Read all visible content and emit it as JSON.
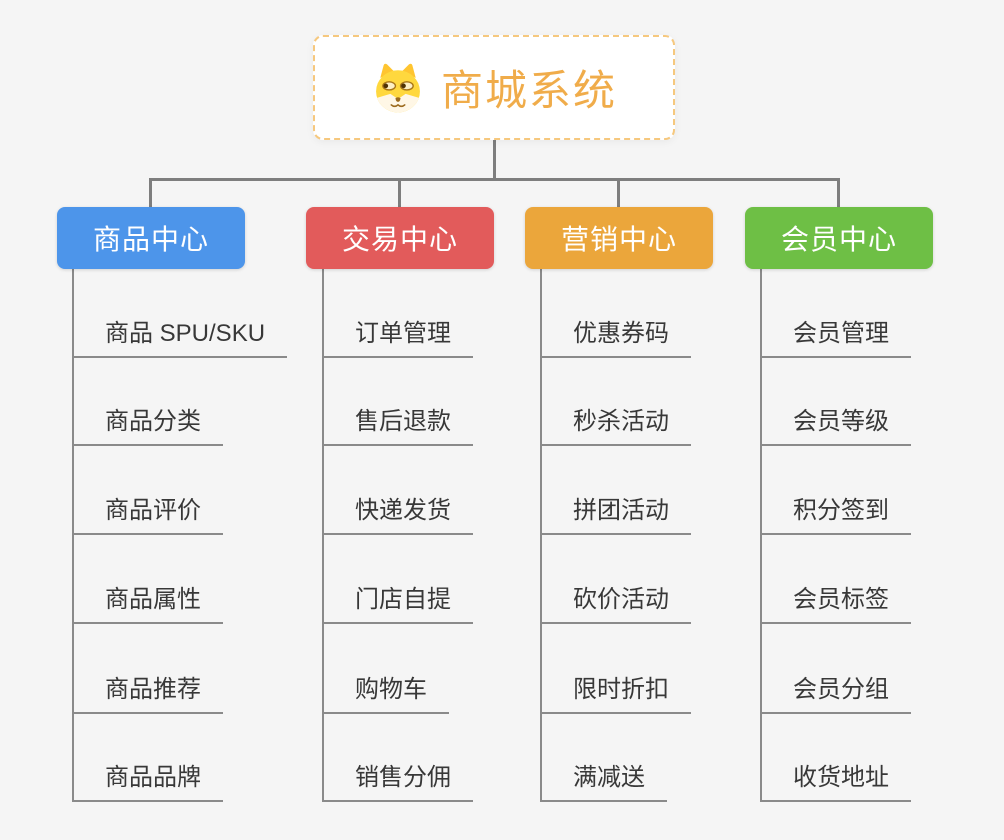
{
  "background_color": "#F5F5F5",
  "connector_color": "#7E7E7E",
  "leaf_line_color": "#8A8A8A",
  "root": {
    "title": "商城系统",
    "icon": "dog-face-icon",
    "text_color": "#F0AC4A",
    "border_color": "#F6C87E",
    "background": "#FFFFFF"
  },
  "branches": [
    {
      "label": "商品中心",
      "color": "#4D95EA",
      "items": [
        "商品 SPU/SKU",
        "商品分类",
        "商品评价",
        "商品属性",
        "商品推荐",
        "商品品牌"
      ]
    },
    {
      "label": "交易中心",
      "color": "#E25B5B",
      "items": [
        "订单管理",
        "售后退款",
        "快递发货",
        "门店自提",
        "购物车",
        "销售分佣"
      ]
    },
    {
      "label": "营销中心",
      "color": "#EBA63B",
      "items": [
        "优惠券码",
        "秒杀活动",
        "拼团活动",
        "砍价活动",
        "限时折扣",
        "满减送"
      ]
    },
    {
      "label": "会员中心",
      "color": "#6EBF45",
      "items": [
        "会员管理",
        "会员等级",
        "积分签到",
        "会员标签",
        "会员分组",
        "收货地址"
      ]
    }
  ]
}
